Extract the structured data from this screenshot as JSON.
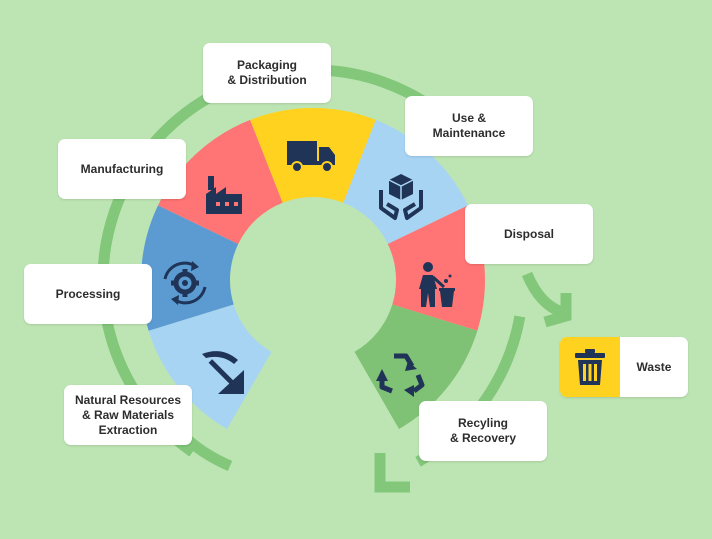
{
  "colors": {
    "background": "#bde5b3",
    "arrow": "#82c77a",
    "segments": [
      "#a8d4f3",
      "#5b9bd2",
      "#ff7474",
      "#ffd21f",
      "#a8d4f3",
      "#ff7474",
      "#7fc275"
    ],
    "icon": "#1f3457",
    "waste_icon_bg": "#ffd21f"
  },
  "stages": [
    {
      "id": "natural-resources",
      "label": "Natural Resources\n& Raw Materials\nExtraction",
      "icon": "pickaxe-icon"
    },
    {
      "id": "processing",
      "label": "Processing",
      "icon": "gear-cycle-icon"
    },
    {
      "id": "manufacturing",
      "label": "Manufacturing",
      "icon": "factory-icon"
    },
    {
      "id": "packaging",
      "label": "Packaging\n& Distribution",
      "icon": "truck-icon"
    },
    {
      "id": "use",
      "label": "Use &\nMaintenance",
      "icon": "hands-box-icon"
    },
    {
      "id": "disposal",
      "label": "Disposal",
      "icon": "trash-person-icon"
    },
    {
      "id": "recycling",
      "label": "Recyling\n& Recovery",
      "icon": "recycle-icon"
    }
  ],
  "waste": {
    "label": "Waste",
    "icon": "trash-can-icon"
  }
}
